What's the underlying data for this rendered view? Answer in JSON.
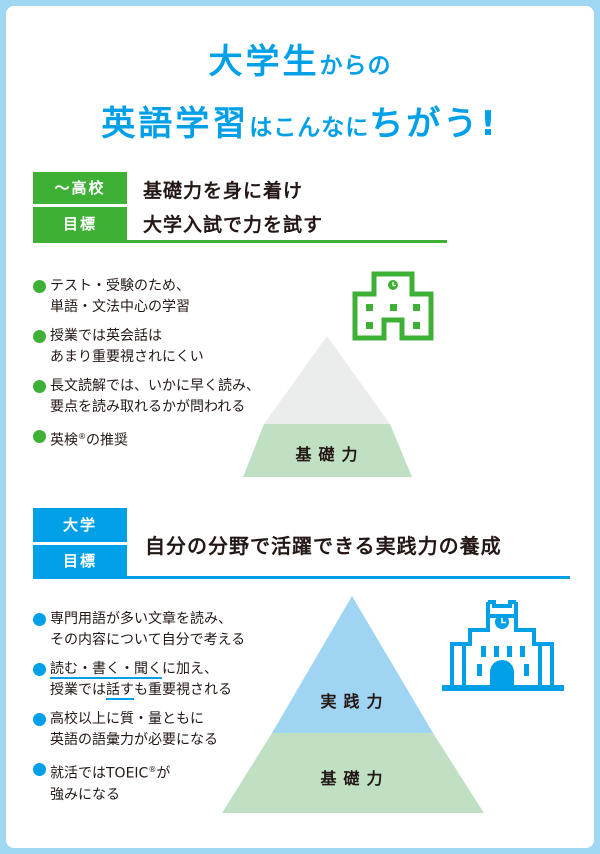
{
  "colors": {
    "frame": "#a0d7f3",
    "title_blue": "#00a0e9",
    "highschool_green": "#3eb035",
    "university_blue": "#00a0e9",
    "pyramid_gray": "#ebedec",
    "pyramid_green": "#c0e0c4",
    "pyramid_blue": "#a0d4f3"
  },
  "title": {
    "line1_big": "大学生",
    "line1_small": "からの",
    "line2_big": "英語学習",
    "line2_small": "はこんなに",
    "line2_big2": "ちがう!"
  },
  "highschool": {
    "tag_top": "〜高校",
    "tag_bottom": "目標",
    "goal_line1": "基礎力を身に着け",
    "goal_line2": "大学入試で力を試す",
    "bullets": [
      {
        "line1": "テスト・受験のため、",
        "line2": "単語・文法中心の学習"
      },
      {
        "line1": "授業では英会話は",
        "line2": "あまり重要視されにくい"
      },
      {
        "line1": "長文読解では、いかに早く読み、",
        "line2": "要点を読み取れるかが問われる"
      },
      {
        "line1_pre": "英検",
        "line1_sup": "®",
        "line1_post": "の推奨"
      }
    ],
    "icon": "school-building-icon",
    "pyramid": {
      "base_label": "基礎力"
    }
  },
  "university": {
    "tag_top": "大学",
    "tag_bottom": "目標",
    "goal": "自分の分野で活躍できる実践力の養成",
    "bullets": [
      {
        "line1": "専門用語が多い文章を読み、",
        "line2": "その内容について自分で考える"
      },
      {
        "line1_u": "読む・書く・聞く",
        "line1_post": "に加え、",
        "line2_pre": "授業では",
        "line2_u": "話す",
        "line2_post": "も重要視される"
      },
      {
        "line1": "高校以上に質・量ともに",
        "line2": "英語の語彙力が必要になる"
      },
      {
        "line1_pre": "就活ではTOEIC",
        "line1_sup": "®",
        "line1_post": "が",
        "line2": "強みになる"
      }
    ],
    "icon": "university-building-icon",
    "pyramid": {
      "top_label": "実践力",
      "base_label": "基礎力"
    }
  }
}
